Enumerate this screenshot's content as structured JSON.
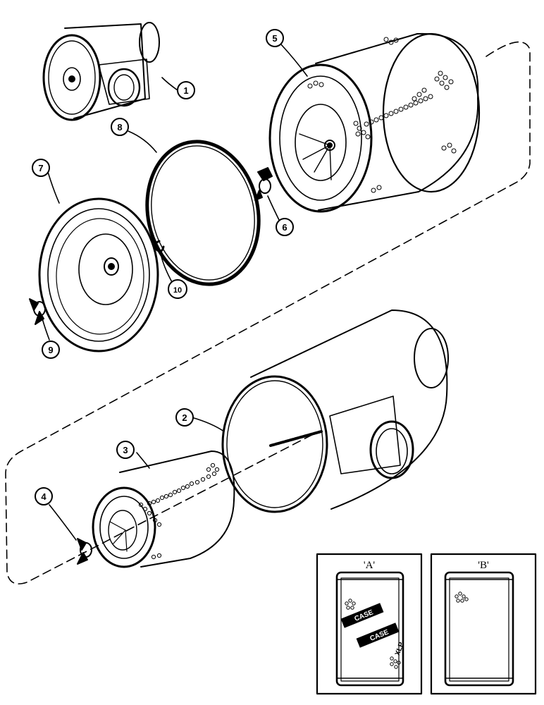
{
  "callouts": {
    "c1": "1",
    "c2": "2",
    "c3": "3",
    "c4": "4",
    "c5": "5",
    "c6": "6",
    "c7": "7",
    "c8": "8",
    "c9": "9",
    "c10": "10"
  },
  "insets": {
    "a": {
      "label": "'A'",
      "logo": "CASE",
      "logo_suffix": "XLP"
    },
    "b": {
      "label": "'B'"
    }
  },
  "colors": {
    "ink": "#000000",
    "paper": "#ffffff"
  }
}
